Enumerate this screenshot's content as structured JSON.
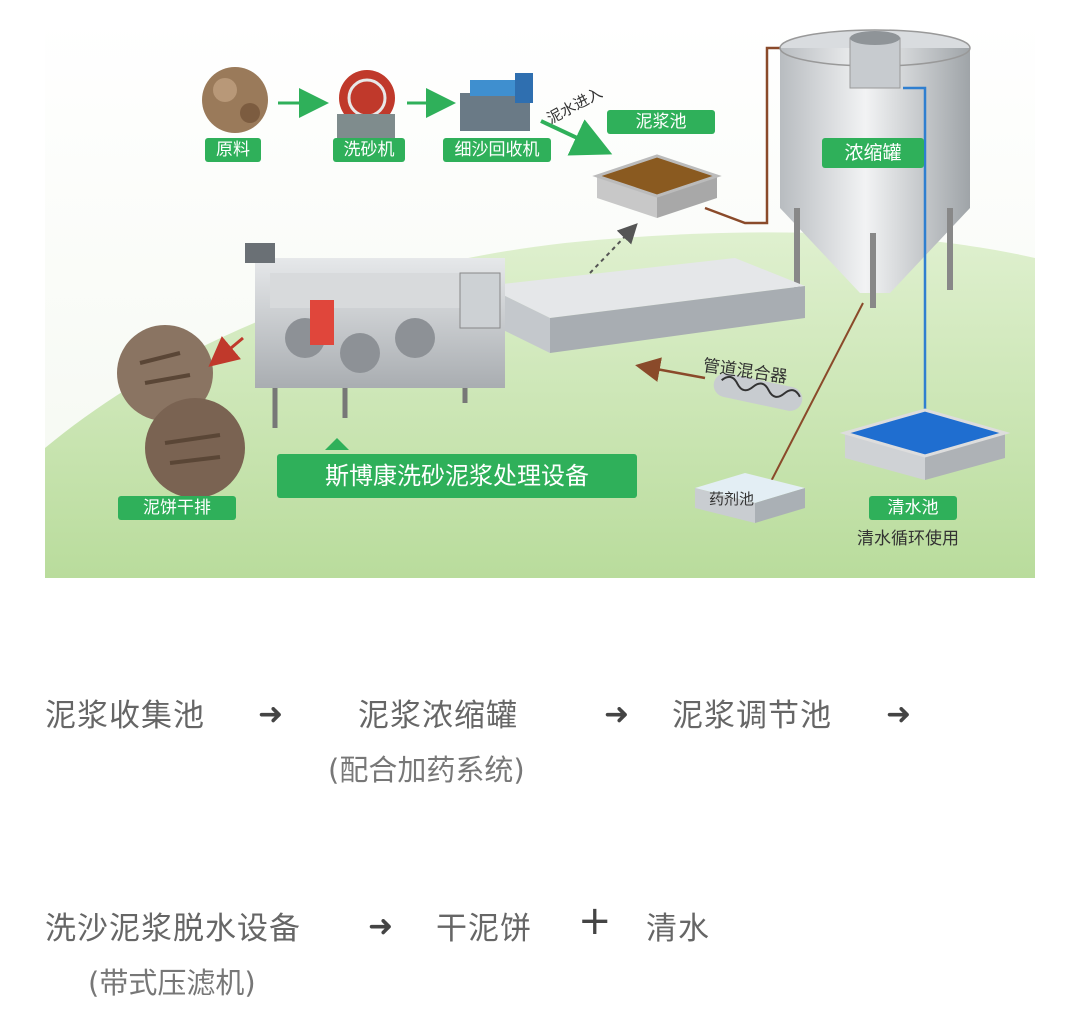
{
  "diagram": {
    "raw_material": "原料",
    "sand_washer": "洗砂机",
    "fine_sand_recovery": "细沙回收机",
    "mud_water_in": "泥水进入",
    "mud_pool": "泥浆池",
    "thickener": "浓缩罐",
    "pipe_mixer": "管道混合器",
    "chemical_tank": "药剂池",
    "clear_water_pool": "清水池",
    "clear_water_recycle": "清水循环使用",
    "cake_discharge": "泥饼干排",
    "equipment_title": "斯博康洗砂泥浆处理设备"
  },
  "flow": {
    "row1": {
      "step1": "泥浆收集池",
      "step2": "泥浆浓缩罐",
      "step2_note": "(配合加药系统)",
      "step3": "泥浆调节池"
    },
    "row2": {
      "step1": "洗沙泥浆脱水设备",
      "step1_note": "(带式压滤机)",
      "step2": "干泥饼",
      "plus": "+",
      "step3": "清水"
    },
    "arrow": "➜"
  },
  "colors": {
    "accent_green": "#2fb05a",
    "field_green": "#c9e6b1",
    "water_blue": "#2f7fd0",
    "arrow_brown": "#8a4a2a"
  }
}
